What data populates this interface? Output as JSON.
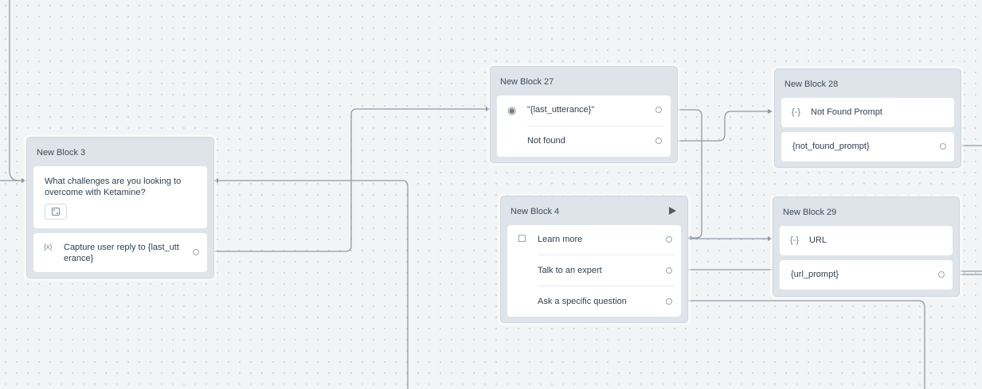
{
  "blocks": {
    "block3": {
      "title": "New Block 3",
      "speak_text": "What challenges are you looking to overcome with Ketamine?",
      "capture_text": "Capture user reply to {last_utt erance}"
    },
    "block27": {
      "title": "New Block 27",
      "choice_label": "\"{last_utterance}\"",
      "not_found_label": "Not found"
    },
    "block28": {
      "title": "New Block 28",
      "set_label": "Not Found Prompt",
      "var_label": "{not_found_prompt}"
    },
    "block4": {
      "title": "New Block 4",
      "choices": [
        "Learn more",
        "Talk to an expert",
        "Ask a specific question"
      ]
    },
    "block29": {
      "title": "New Block 29",
      "set_label": "URL",
      "var_label": "{url_prompt}"
    }
  },
  "icons": {
    "set_variable": "{-}",
    "capture": "{x}",
    "globe": "globe-icon",
    "intent": "intent-icon",
    "dice": "dice-icon",
    "play": "play-icon"
  },
  "colors": {
    "canvas": "#f3f4f5",
    "block_bg": "#dfe4ea",
    "wire": "#8e9aa6"
  }
}
